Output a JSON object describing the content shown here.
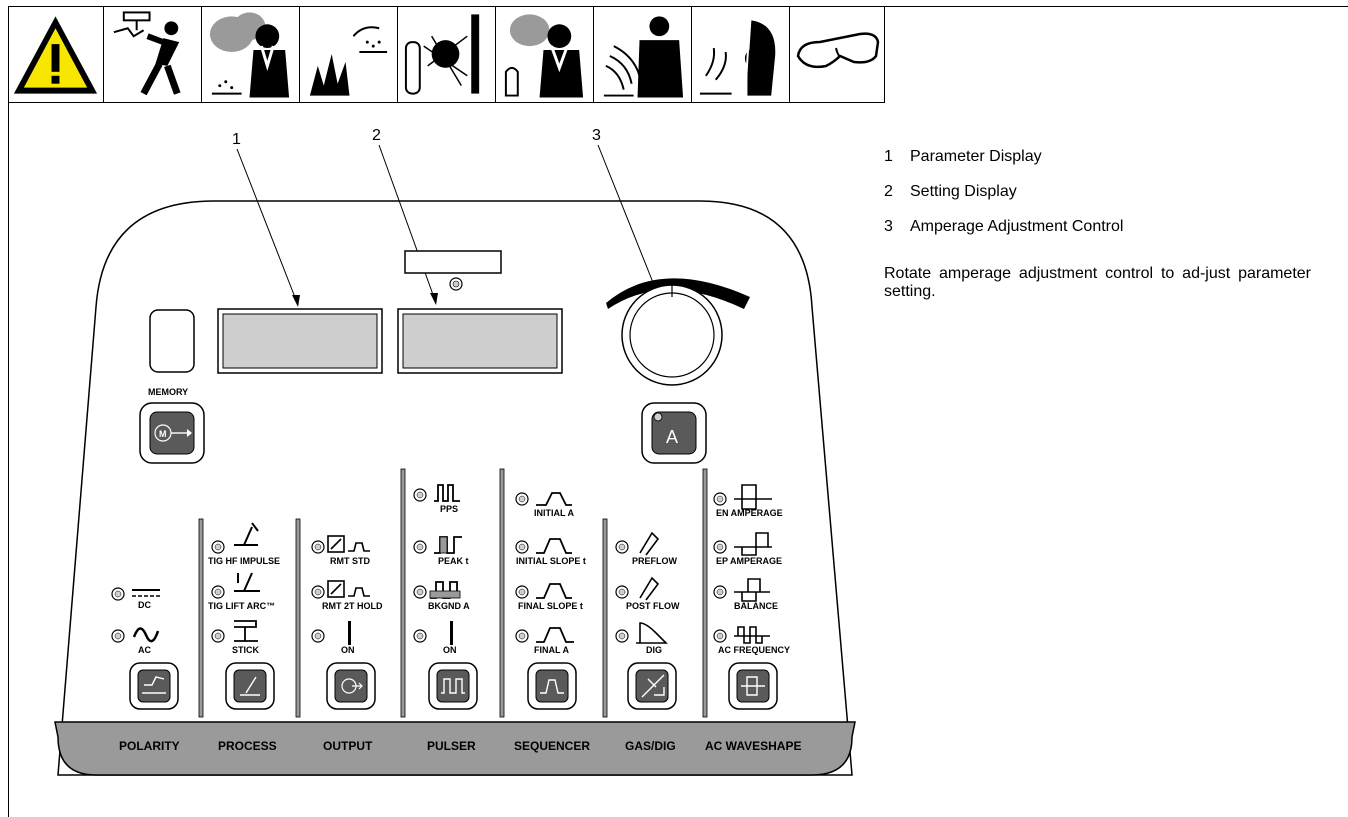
{
  "callouts": [
    "1",
    "2",
    "3"
  ],
  "legend": {
    "items": [
      {
        "num": "1",
        "text": "Parameter Display"
      },
      {
        "num": "2",
        "text": "Setting Display"
      },
      {
        "num": "3",
        "text": "Amperage Adjustment Control"
      }
    ],
    "note": "Rotate amperage adjustment control to ad-just parameter setting."
  },
  "safety_symbols": [
    "warning-triangle-icon",
    "electric-shock-icon",
    "fumes-icon",
    "explosion-icon",
    "cylinder-sparks-icon",
    "shielding-gas-icon",
    "emf-icon",
    "arc-rays-icon",
    "safety-glasses-icon"
  ],
  "panel": {
    "memory_label": "MEMORY",
    "memory_button": "M",
    "amperage_button": "A",
    "sections": [
      "POLARITY",
      "PROCESS",
      "OUTPUT",
      "PULSER",
      "SEQUENCER",
      "GAS/DIG",
      "AC WAVESHAPE"
    ],
    "polarity": [
      "DC",
      "AC"
    ],
    "process": [
      "TIG HF IMPULSE",
      "TIG LIFT ARC™",
      "STICK"
    ],
    "output": [
      "RMT STD",
      "RMT 2T HOLD",
      "ON"
    ],
    "pulser": [
      "PPS",
      "PEAK t",
      "BKGND A",
      "ON"
    ],
    "sequencer": [
      "INITIAL A",
      "INITIAL SLOPE t",
      "FINAL SLOPE t",
      "FINAL A"
    ],
    "gas_dig": [
      "PREFLOW",
      "POST FLOW",
      "DIG"
    ],
    "ac_waveshape": [
      "EN   AMPERAGE",
      "EP   AMPERAGE",
      "BALANCE",
      "AC FREQUENCY"
    ]
  },
  "colors": {
    "panel_gray": "#9a9a9a",
    "display_gray": "#cfcfcf",
    "button_dark": "#5a5a5a",
    "warning_yellow": "#f7e600"
  }
}
